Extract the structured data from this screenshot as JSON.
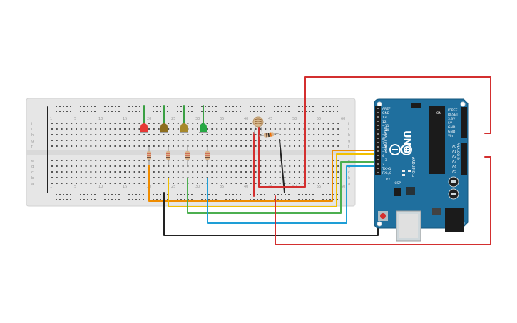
{
  "breadboard": {
    "col_labels": [
      "1",
      "5",
      "10",
      "15",
      "20",
      "25",
      "30",
      "35",
      "40",
      "45",
      "50",
      "55",
      "60"
    ],
    "row_labels_top": [
      "j",
      "i",
      "h",
      "g",
      "f"
    ],
    "row_labels_bottom": [
      "e",
      "d",
      "c",
      "b",
      "a"
    ]
  },
  "leds": [
    {
      "color_name": "red",
      "color": "#e53935"
    },
    {
      "color_name": "brown",
      "color": "#8d6e1f"
    },
    {
      "color_name": "olive",
      "color": "#a6882a"
    },
    {
      "color_name": "green",
      "color": "#27a844"
    }
  ],
  "arduino": {
    "board_name": "UNO",
    "brand": "ARDUINO",
    "digital_label": "DIGITAL (PWM~)",
    "analog_label": "ANALOG IN",
    "digital_pins": [
      "AREF",
      "GND",
      "13",
      "12",
      "~11",
      "~10",
      "~9",
      "8",
      "7",
      "~6",
      "~5",
      "4",
      "~3",
      "2",
      "TX→1",
      "RX←0"
    ],
    "power_pins": [
      "IOREF",
      "RESET",
      "3.3V",
      "5V",
      "GND",
      "GND",
      "Vin"
    ],
    "analog_pins": [
      "A0",
      "A1",
      "A2",
      "A3",
      "A4",
      "A5"
    ],
    "tx_label": "TX",
    "rx_label": "RX",
    "l_label": "L",
    "on_label": "ON",
    "icsp_label": "ICSP"
  },
  "wire_colors": {
    "red": "#d32f2f",
    "black": "#222222",
    "orange": "#ef8c00",
    "yellow": "#f2c000",
    "green": "#4caf50",
    "blue": "#1e9ed6",
    "led_leg": "#3aa043"
  }
}
